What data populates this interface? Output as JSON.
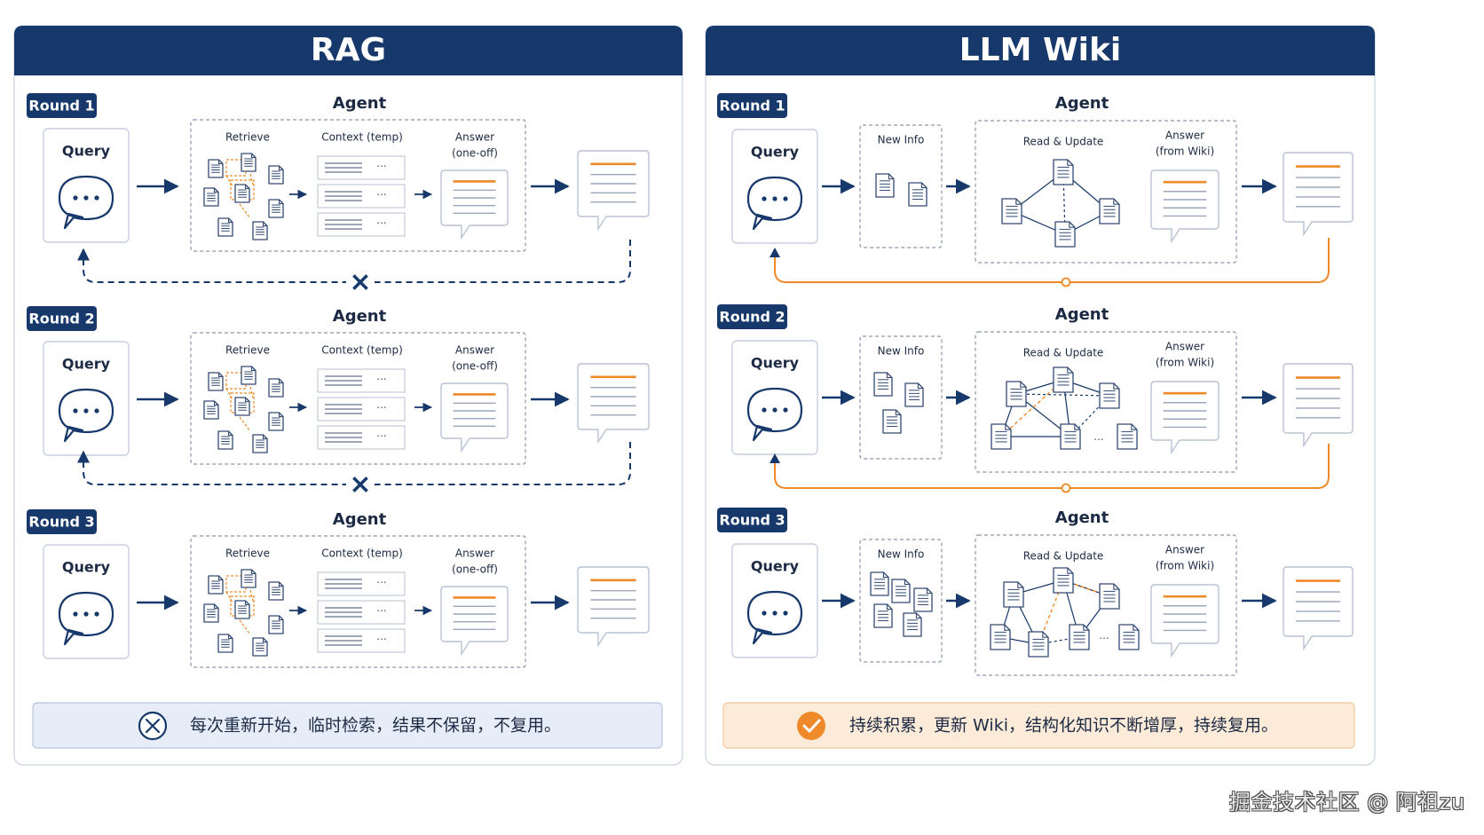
{
  "panels": [
    {
      "id": "rag",
      "title": "RAG",
      "rounds": [
        {
          "label": "Round 1",
          "query": "Query",
          "agent": "Agent",
          "retrieve": "Retrieve",
          "context": "Context (temp)",
          "answer": [
            "Answer",
            "(one-off)"
          ],
          "dots": "···"
        },
        {
          "label": "Round 2",
          "query": "Query",
          "agent": "Agent",
          "retrieve": "Retrieve",
          "context": "Context (temp)",
          "answer": [
            "Answer",
            "(one-off)"
          ],
          "dots": "···"
        },
        {
          "label": "Round 3",
          "query": "Query",
          "agent": "Agent",
          "retrieve": "Retrieve",
          "context": "Context (temp)",
          "answer": [
            "Answer",
            "(one-off)"
          ],
          "dots": "···"
        }
      ],
      "loop_marker": "×",
      "summary": "每次重新开始，临时检索，结果不保留，不复用。",
      "summary_icon": "x-circle-icon"
    },
    {
      "id": "llm-wiki",
      "title": "LLM Wiki",
      "rounds": [
        {
          "label": "Round 1",
          "query": "Query",
          "agent": "Agent",
          "newinfo": "New Info",
          "readupdate": "Read & Update",
          "answer": [
            "Answer",
            "(from Wiki)"
          ]
        },
        {
          "label": "Round 2",
          "query": "Query",
          "agent": "Agent",
          "newinfo": "New Info",
          "readupdate": "Read & Update",
          "answer": [
            "Answer",
            "(from Wiki)"
          ],
          "dots": "···"
        },
        {
          "label": "Round 3",
          "query": "Query",
          "agent": "Agent",
          "newinfo": "New Info",
          "readupdate": "Read & Update",
          "answer": [
            "Answer",
            "(from Wiki)"
          ],
          "dots": "···"
        }
      ],
      "summary": "持续积累，更新 Wiki，结构化知识不断增厚，持续复用。",
      "summary_icon": "check-circle-icon"
    }
  ],
  "watermark": "掘金技术社区 @ 阿祖zu",
  "colors": {
    "navy": "#17386b",
    "accent_orange": "#ef8a2a",
    "panel_border": "#d3dae6",
    "doc_stroke": "#334a72",
    "rag_summary_bg": "#e6edf9",
    "wiki_summary_bg": "#fdebd9"
  }
}
